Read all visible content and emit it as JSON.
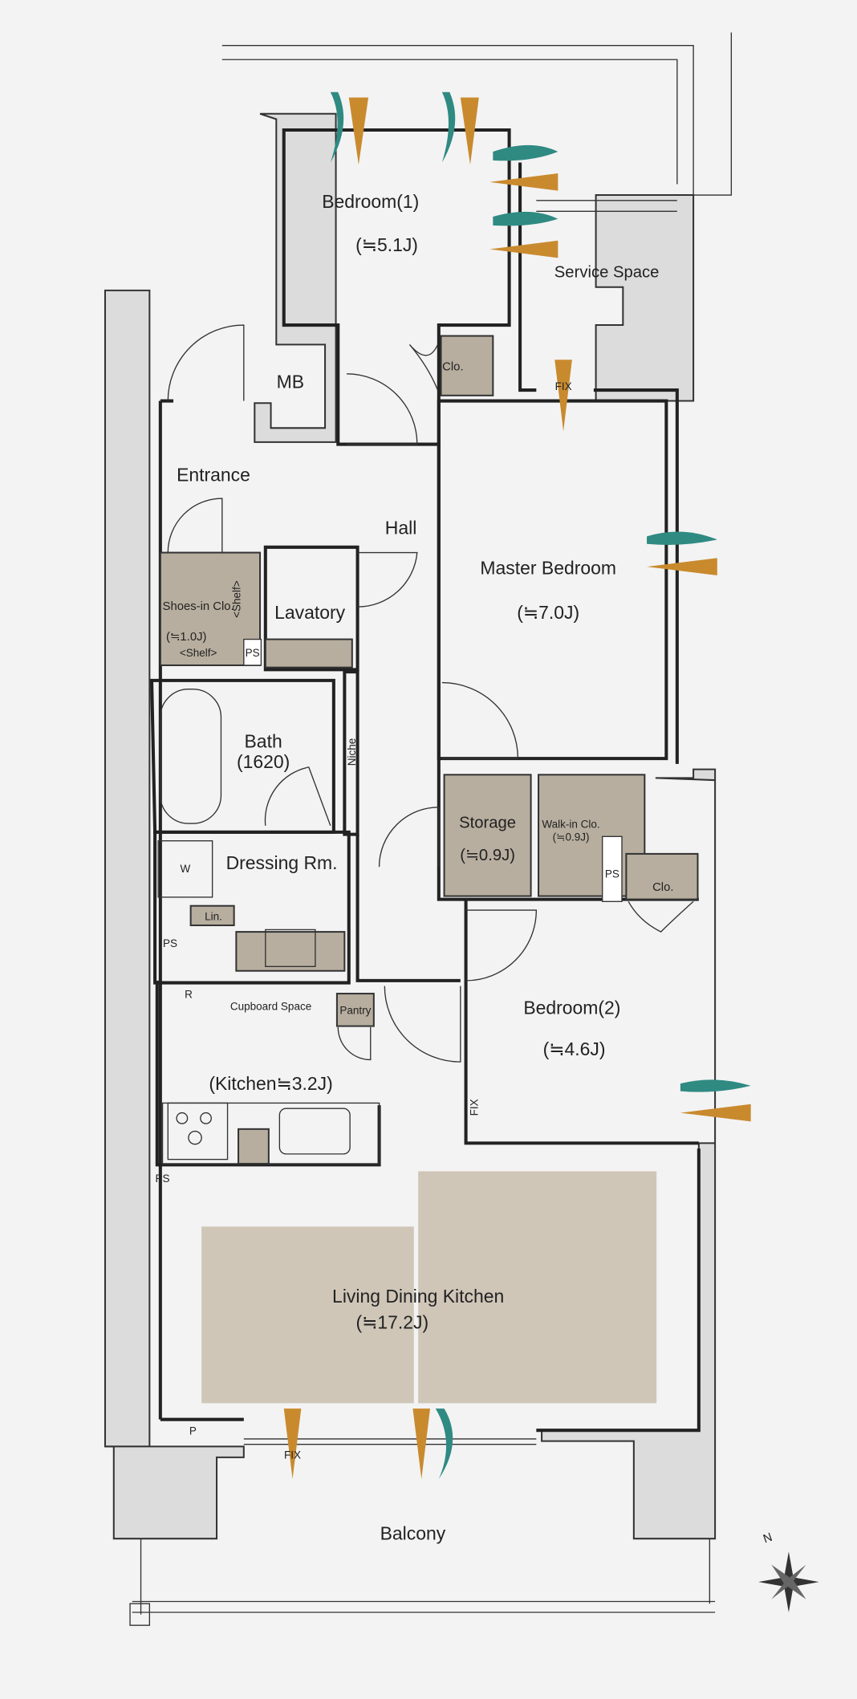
{
  "rooms": {
    "bedroom1": {
      "name": "Bedroom(1)",
      "size": "(≒5.1J)"
    },
    "service_space": "Service Space",
    "mb": "MB",
    "clo_top": "Clo.",
    "fix_top": "FIX",
    "entrance": "Entrance",
    "hall": "Hall",
    "master_bedroom": {
      "name": "Master Bedroom",
      "size": "(≒7.0J)"
    },
    "shoes_in_clo": {
      "name": "Shoes-in Clo.",
      "size": "(≒1.0J)",
      "shelf_side": "<Shelf>",
      "shelf_bottom": "<Shelf>"
    },
    "ps_entrance": "PS",
    "lavatory": "Lavatory",
    "bath": {
      "name": "Bath",
      "size": "(1620)"
    },
    "niche": "Niche",
    "storage": {
      "name": "Storage",
      "size": "(≒0.9J)"
    },
    "walk_in_clo": {
      "name": "Walk-in Clo.",
      "size": "(≒0.9J)"
    },
    "ps_wic": "PS",
    "clo_bed2": "Clo.",
    "dressing_rm": "Dressing Rm.",
    "washer": "W",
    "linen": "Lin.",
    "ps_dressing": "PS",
    "fridge": "R",
    "cupboard_space": "Cupboard Space",
    "pantry": "Pantry",
    "bedroom2": {
      "name": "Bedroom(2)",
      "size": "(≒4.6J)"
    },
    "fix_bed2": "FIX",
    "kitchen": "(Kitchen≒3.2J)",
    "ps_kitchen": "PS",
    "ldk": {
      "name": "Living Dining Kitchen",
      "size": "(≒17.2J)"
    },
    "p": "P",
    "fix_balcony": "FIX",
    "balcony": "Balcony"
  },
  "compass": {
    "north": "N"
  },
  "colors": {
    "background": "#f3f3f3",
    "wall_gray": "#dcdcdc",
    "closet_tan": "#b7ae9f",
    "furniture": "#cfc6b8",
    "wind_warm": "#c98a2e",
    "wind_cool": "#2f8a82"
  }
}
